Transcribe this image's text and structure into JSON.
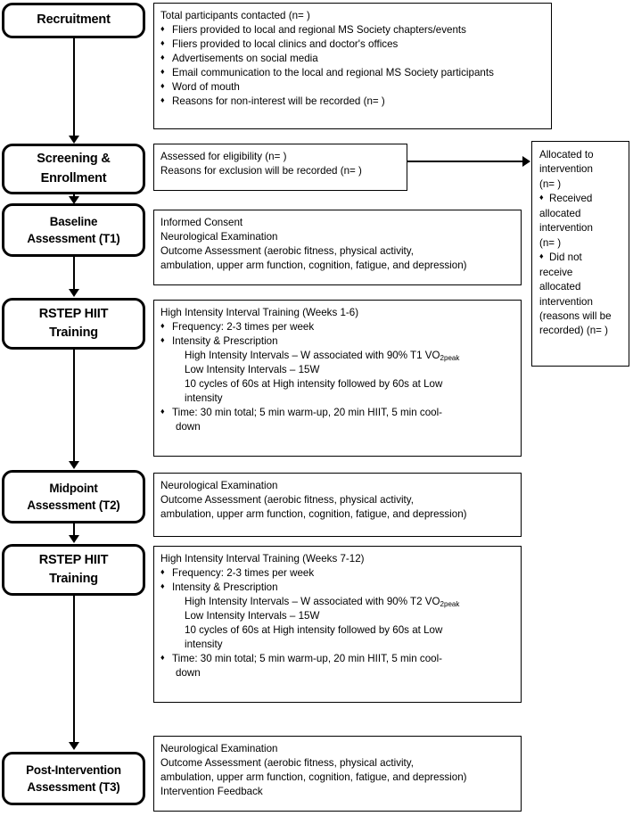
{
  "stages": [
    {
      "id": "recruitment",
      "lines": [
        "Recruitment"
      ]
    },
    {
      "id": "screening-enrollment",
      "lines": [
        "Screening &",
        "Enrollment"
      ]
    },
    {
      "id": "baseline-assessment",
      "lines": [
        "Baseline",
        "Assessment (T1)"
      ]
    },
    {
      "id": "rstep-hiit-training-1",
      "lines": [
        "RSTEP HIIT",
        "Training"
      ]
    },
    {
      "id": "midpoint-assessment",
      "lines": [
        "Midpoint",
        "Assessment (T2)"
      ]
    },
    {
      "id": "rstep-hiit-training-2",
      "lines": [
        "RSTEP HIIT",
        "Training"
      ]
    },
    {
      "id": "post-intervention-assessment",
      "lines": [
        "Post-Intervention",
        "Assessment (T3)"
      ]
    }
  ],
  "recruitment_box": {
    "heading": "Total participants contacted (n=  )",
    "bullets": [
      "Fliers provided to local and regional MS Society chapters/events",
      "Fliers provided to local clinics and doctor's offices",
      "Advertisements on social media",
      "Email communication to the local and regional MS Society participants",
      "Word of mouth",
      "Reasons for non-interest will be recorded (n=  )"
    ]
  },
  "screening_box": {
    "lines": [
      "Assessed for eligibility (n=  )",
      "Reasons for exclusion will be recorded (n=  )"
    ]
  },
  "baseline_box": {
    "lines": [
      "Informed Consent",
      "Neurological Examination",
      "Outcome Assessment (aerobic fitness, physical activity,",
      "ambulation, upper arm function, cognition, fatigue, and depression)"
    ]
  },
  "training_box_1": {
    "heading": "High Intensity Interval Training (Weeks 1-6)",
    "bullet_frequency": "Frequency: 2-3 times per week",
    "bullet_intensity": "Intensity & Prescription",
    "sub_high_pre": "High Intensity Intervals – W associated with 90% T1 VO",
    "sub_high_sub": "2peak",
    "sub_low": "Low Intensity Intervals – 15W",
    "sub_cycles_line1": "10 cycles of 60s at High intensity followed by 60s at Low",
    "sub_cycles_line2": "intensity",
    "bullet_time_line1": "Time: 30 min total; 5 min warm-up, 20 min HIIT, 5 min cool-",
    "bullet_time_line2": "down"
  },
  "midpoint_box": {
    "lines": [
      "Neurological Examination",
      "Outcome Assessment (aerobic fitness, physical activity,",
      "ambulation, upper arm function, cognition, fatigue, and depression)"
    ]
  },
  "training_box_2": {
    "heading": "High Intensity Interval Training (Weeks 7-12)",
    "bullet_frequency": "Frequency: 2-3 times per week",
    "bullet_intensity": "Intensity & Prescription",
    "sub_high_pre": "High Intensity Intervals – W associated with 90% T2 VO",
    "sub_high_sub": "2peak",
    "sub_low": "Low Intensity Intervals – 15W",
    "sub_cycles_line1": "10 cycles of 60s at High intensity followed by 60s at Low",
    "sub_cycles_line2": "intensity",
    "bullet_time_line1": "Time: 30 min total; 5 min warm-up, 20 min HIIT, 5 min cool-",
    "bullet_time_line2": "down"
  },
  "post_box": {
    "lines": [
      "Neurological Examination",
      "Outcome Assessment (aerobic fitness, physical activity,",
      "ambulation, upper arm function, cognition, fatigue, and depression)",
      "Intervention Feedback"
    ]
  },
  "allocation_box": {
    "line1": "Allocated to",
    "line2": "intervention",
    "line3": "(n=  )",
    "bullet1_line1": "Received",
    "bullet1_line2": "allocated",
    "bullet1_line3": "intervention",
    "bullet1_line4": "(n=  )",
    "bullet2_line1": "Did not",
    "bullet2_line2": "receive",
    "bullet2_line3": "allocated",
    "bullet2_line4": "intervention",
    "bullet2_line5": "(reasons will be",
    "bullet2_line6": "recorded) (n=  )"
  },
  "glyphs": {
    "diamond": "♦"
  },
  "colors": {
    "stroke": "#000000",
    "background": "#ffffff"
  }
}
